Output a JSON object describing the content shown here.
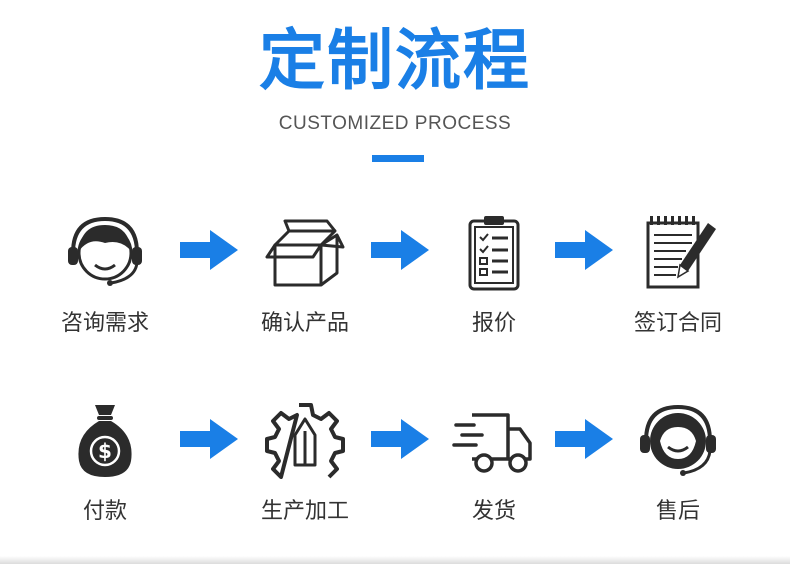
{
  "header": {
    "title": "定制流程",
    "subtitle": "CUSTOMIZED PROCESS"
  },
  "colors": {
    "accent": "#1a7fe6",
    "icon": "#2b2b2b",
    "text": "#333333"
  },
  "steps": [
    {
      "label": "咨询需求",
      "icon": "customer-service-headset-icon"
    },
    {
      "label": "确认产品",
      "icon": "open-box-icon"
    },
    {
      "label": "报价",
      "icon": "clipboard-checklist-icon"
    },
    {
      "label": "签订合同",
      "icon": "notepad-pen-icon"
    },
    {
      "label": "付款",
      "icon": "money-bag-icon"
    },
    {
      "label": "生产加工",
      "icon": "gear-pencil-icon"
    },
    {
      "label": "发货",
      "icon": "delivery-truck-icon"
    },
    {
      "label": "售后",
      "icon": "support-headset-icon"
    }
  ]
}
